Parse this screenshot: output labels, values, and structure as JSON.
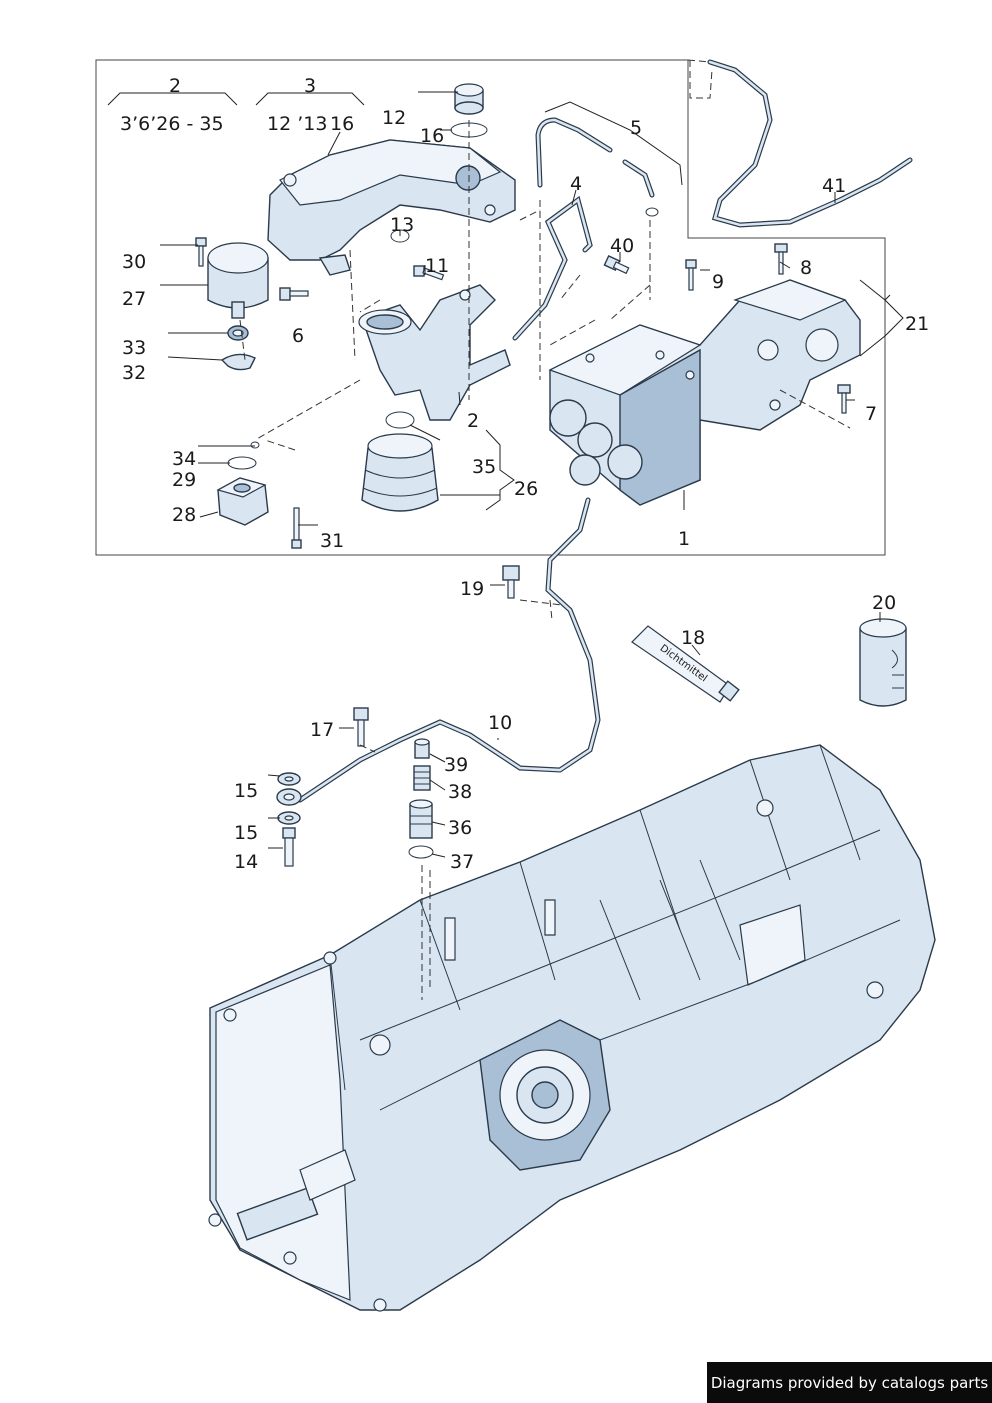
{
  "callouts": {
    "c1": "1",
    "c2a": "2",
    "c2b": "2",
    "c3": "3",
    "c4": "4",
    "c5": "5",
    "c6": "6",
    "c7": "7",
    "c8": "8",
    "c9": "9",
    "c10": "10",
    "c11": "11",
    "c12": "12",
    "c13": "13",
    "c14": "14",
    "c15a": "15",
    "c15b": "15",
    "c16a": "16",
    "c16b": "16",
    "c17": "17",
    "c18": "18",
    "c19": "19",
    "c20": "20",
    "c21": "21",
    "c26": "26",
    "c27": "27",
    "c28": "28",
    "c29": "29",
    "c30": "30",
    "c31": "31",
    "c32": "32",
    "c33": "33",
    "c34": "34",
    "c35": "35",
    "c36": "36",
    "c37": "37",
    "c38": "38",
    "c39": "39",
    "c40": "40",
    "c41": "41"
  },
  "group_ranges": {
    "g2": "3’6’26 - 35",
    "g3": "12 ’13"
  },
  "tube_label": "Dichtmittel",
  "footer": "Diagrams provided by catalogs parts"
}
